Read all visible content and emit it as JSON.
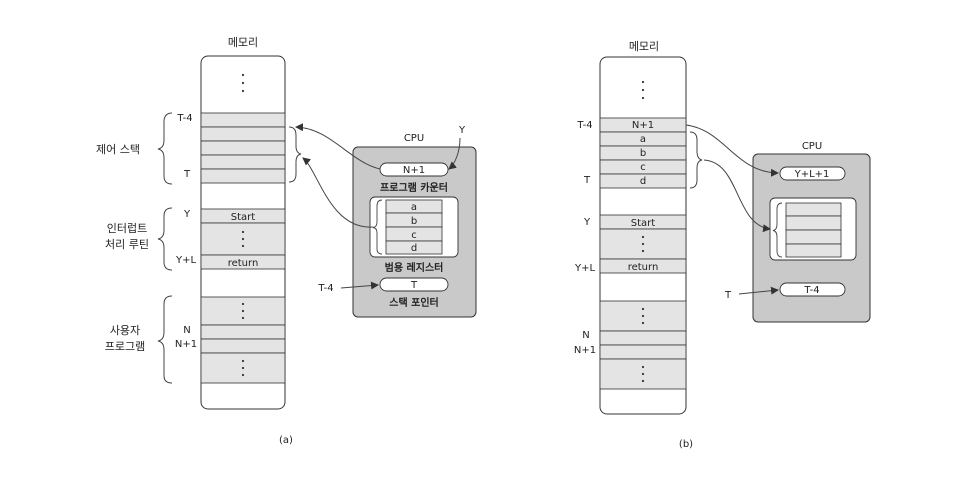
{
  "panel_a": {
    "memory_title": "메모리",
    "group_control_stack": "제어 스택",
    "group_isr_line1": "인터럽트",
    "group_isr_line2": "처리 루틴",
    "group_user_line1": "사용자",
    "group_user_line2": "프로그램",
    "addr_t_minus_4": "T-4",
    "addr_t": "T",
    "addr_y": "Y",
    "addr_y_plus_l": "Y+L",
    "addr_n": "N",
    "addr_n_plus_1": "N+1",
    "cell_start": "Start",
    "cell_return": "return",
    "cpu_title": "CPU",
    "pc_value": "N+1",
    "pc_label": "프로그램 카운터",
    "registers": [
      "a",
      "b",
      "c",
      "d"
    ],
    "registers_label": "범용 레지스터",
    "sp_value": "T",
    "sp_label": "스택 포인터",
    "arrow_y_label": "Y",
    "arrow_t4_label": "T-4",
    "caption": "(a)"
  },
  "panel_b": {
    "memory_title": "메모리",
    "addr_t_minus_4": "T-4",
    "addr_t": "T",
    "addr_y": "Y",
    "addr_y_plus_l": "Y+L",
    "addr_n": "N",
    "addr_n_plus_1": "N+1",
    "stack_cells": [
      "N+1",
      "a",
      "b",
      "c",
      "d"
    ],
    "cell_start": "Start",
    "cell_return": "return",
    "cpu_title": "CPU",
    "pc_value": "Y+L+1",
    "sp_value": "T-4",
    "arrow_t_label": "T",
    "caption": "(b)"
  },
  "colors": {
    "cell_fill": "#e4e4e4",
    "cpu_fill": "#c9c9c9",
    "line": "#333333"
  }
}
